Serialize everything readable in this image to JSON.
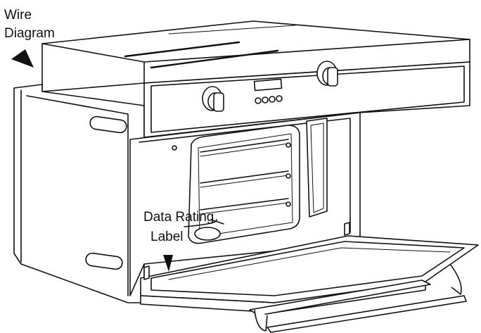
{
  "labels": {
    "wire_diagram_line1": "Wire",
    "wire_diagram_line2": "Diagram",
    "data_rating_line1": "Data Rating",
    "data_rating_line2": "Label"
  }
}
